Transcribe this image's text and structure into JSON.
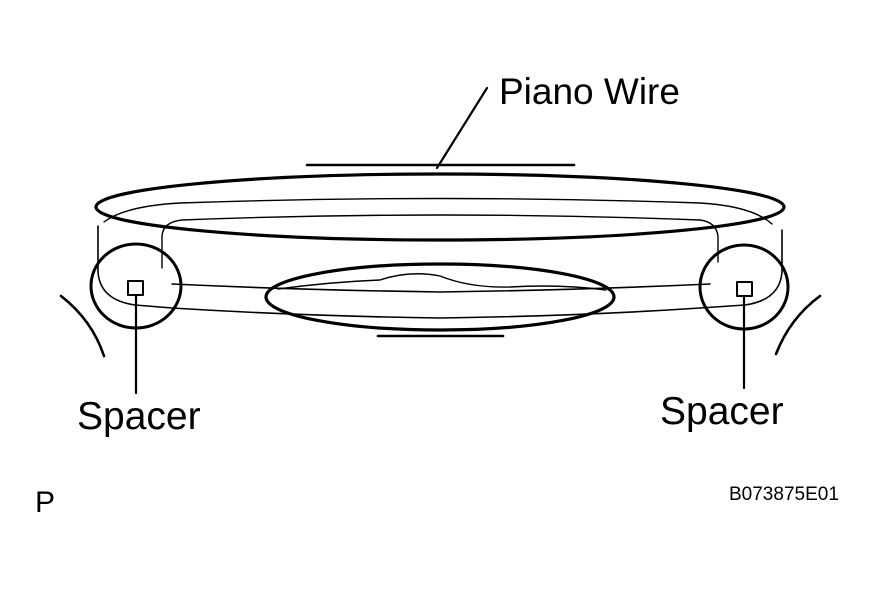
{
  "labels": {
    "piano_wire": "Piano Wire",
    "spacer_left": "Spacer",
    "spacer_right": "Spacer",
    "view_letter": "P",
    "figure_code": "B073875E01"
  },
  "colors": {
    "stroke": "#000000",
    "background": "#ffffff"
  }
}
